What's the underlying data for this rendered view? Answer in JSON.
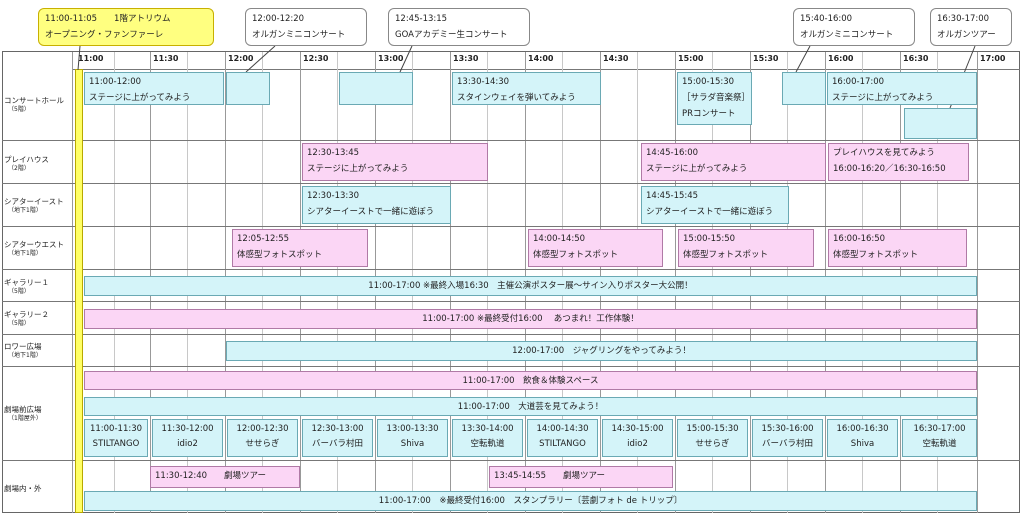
{
  "colors": {
    "cyan": "#d4f4f9",
    "pink": "#fbd6f5",
    "yellow": "#ffff80"
  },
  "times": [
    "11:00",
    "11:30",
    "12:00",
    "12:30",
    "13:00",
    "13:30",
    "14:00",
    "14:30",
    "15:00",
    "15:30",
    "16:00",
    "16:30",
    "17:00"
  ],
  "rooms": {
    "concert": {
      "name": "コンサートホール",
      "sub": "（5階）"
    },
    "playhouse": {
      "name": "プレイハウス",
      "sub": "（2階）"
    },
    "theater_east": {
      "name": "シアターイースト",
      "sub": "（地下1階）"
    },
    "theater_west": {
      "name": "シアターウエスト",
      "sub": "（地下1階）"
    },
    "gallery1": {
      "name": "ギャラリー１",
      "sub": "（5階）"
    },
    "gallery2": {
      "name": "ギャラリー２",
      "sub": "（5階）"
    },
    "lower_plaza": {
      "name": "ロワー広場",
      "sub": "（地下1階）"
    },
    "front_plaza": {
      "name": "劇場前広場",
      "sub": "（1階屋外）"
    },
    "inside_outside": {
      "name": "劇場内・外",
      "sub": ""
    }
  },
  "callouts": {
    "c1": {
      "l1": "11:00-11:05　　1階アトリウム",
      "l2": "オープニング・ファンファーレ"
    },
    "c2": {
      "l1": "12:00-12:20",
      "l2": "オルガンミニコンサート"
    },
    "c3": {
      "l1": "12:45-13:15",
      "l2": "GOAアカデミー生コンサート"
    },
    "c4": {
      "l1": "15:40-16:00",
      "l2": "オルガンミニコンサート"
    },
    "c5": {
      "l1": "16:30-17:00",
      "l2": "オルガンツアー"
    }
  },
  "events": {
    "concert1": {
      "l1": "11:00-12:00",
      "l2": "ステージに上がってみよう"
    },
    "concert2": {
      "l1": "13:30-14:30",
      "l2": "スタインウェイを弾いてみよう"
    },
    "concert3": {
      "l1": "15:00-15:30",
      "l2": "［サラダ音楽祭］",
      "l3": "PRコンサート"
    },
    "concert4": {
      "l1": "16:00-17:00",
      "l2": "ステージに上がってみよう"
    },
    "play1": {
      "l1": "12:30-13:45",
      "l2": "ステージに上がってみよう"
    },
    "play2": {
      "l1": "14:45-16:00",
      "l2": "ステージに上がってみよう"
    },
    "play3": {
      "l1": "プレイハウスを見てみよう",
      "l2": "16:00-16:20／16:30-16:50"
    },
    "east1": {
      "l1": "12:30-13:30",
      "l2": "シアターイーストで一緒に遊ぼう"
    },
    "east2": {
      "l1": "14:45-15:45",
      "l2": "シアターイーストで一緒に遊ぼう"
    },
    "west1": {
      "l1": "12:05-12:55",
      "l2": "体感型フォトスポット"
    },
    "west2": {
      "l1": "14:00-14:50",
      "l2": "体感型フォトスポット"
    },
    "west3": {
      "l1": "15:00-15:50",
      "l2": "体感型フォトスポット"
    },
    "west4": {
      "l1": "16:00-16:50",
      "l2": "体感型フォトスポット"
    },
    "gallery1": "11:00-17:00 ※最終入場16:30　主催公演ポスター展～サイン入りポスター大公開！",
    "gallery2": "11:00-17:00 ※最終受付16:00　 あつまれ！工作体験！",
    "lower": "12:00-17:00　ジャグリングをやってみよう！",
    "food": "11:00-17:00　飲食＆体験スペース",
    "street": "11:00-17:00　大道芸を見てみよう！",
    "tour1": "11:30-12:40　　劇場ツアー",
    "tour2": "13:45-14:55　　劇場ツアー",
    "stamp": "11:00-17:00　※最終受付16:00　スタンプラリー〔芸劇フォト de トリップ〕"
  },
  "performers": [
    {
      "t": "11:00-11:30",
      "n": "STILTANGO"
    },
    {
      "t": "11:30-12:00",
      "n": "idio2"
    },
    {
      "t": "12:00-12:30",
      "n": "せせらぎ"
    },
    {
      "t": "12:30-13:00",
      "n": "バーバラ村田"
    },
    {
      "t": "13:00-13:30",
      "n": "Shiva"
    },
    {
      "t": "13:30-14:00",
      "n": "空転軌道"
    },
    {
      "t": "14:00-14:30",
      "n": "STILTANGO"
    },
    {
      "t": "14:30-15:00",
      "n": "idio2"
    },
    {
      "t": "15:00-15:30",
      "n": "せせらぎ"
    },
    {
      "t": "15:30-16:00",
      "n": "バーバラ村田"
    },
    {
      "t": "16:00-16:30",
      "n": "Shiva"
    },
    {
      "t": "16:30-17:00",
      "n": "空転軌道"
    }
  ]
}
